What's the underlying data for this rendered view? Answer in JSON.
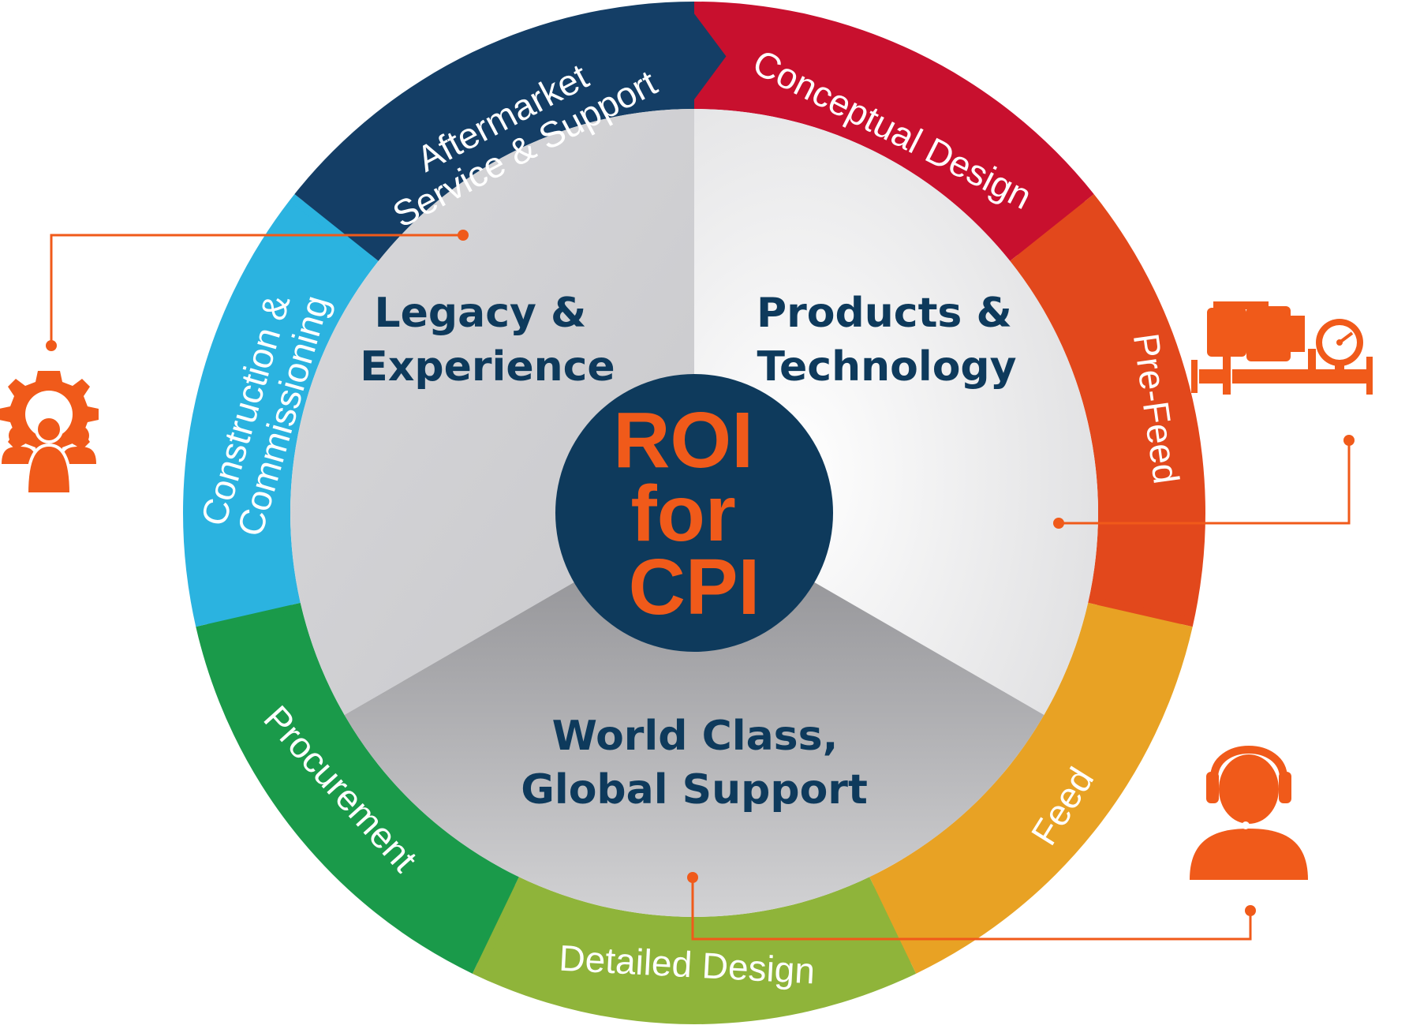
{
  "center": {
    "lines": [
      "ROI",
      "for",
      "CPI"
    ]
  },
  "sectors": [
    {
      "key": "legacy",
      "lines": [
        "Legacy &",
        "Experience"
      ]
    },
    {
      "key": "products",
      "lines": [
        "Products &",
        "Technology"
      ]
    },
    {
      "key": "support",
      "lines": [
        "World Class,",
        "Global Support"
      ]
    }
  ],
  "ring": [
    {
      "key": "conceptual-design",
      "lines": [
        "Conceptual Design"
      ]
    },
    {
      "key": "pre-feed",
      "lines": [
        "Pre-Feed"
      ]
    },
    {
      "key": "feed",
      "lines": [
        "Feed"
      ]
    },
    {
      "key": "detailed-design",
      "lines": [
        "Detailed Design"
      ]
    },
    {
      "key": "procurement",
      "lines": [
        "Procurement"
      ]
    },
    {
      "key": "construction-commissioning",
      "lines": [
        "Construction &",
        "Commissioning"
      ]
    },
    {
      "key": "aftermarket-service-support",
      "lines": [
        "Aftermarket",
        "Service & Support"
      ]
    }
  ],
  "icons": [
    {
      "name": "people-gear-icon"
    },
    {
      "name": "pump-gauge-icon"
    },
    {
      "name": "headset-agent-icon"
    }
  ],
  "colors": {
    "accent": "#f05a1a",
    "navy": "#0e3a5c",
    "conceptual-design": "#c8102e",
    "pre-feed": "#e2481c",
    "feed": "#e8a224",
    "detailed-design": "#8fb43a",
    "procurement": "#1a9a4a",
    "construction-commissioning": "#2bb3e0",
    "aftermarket-service-support": "#143e66"
  }
}
